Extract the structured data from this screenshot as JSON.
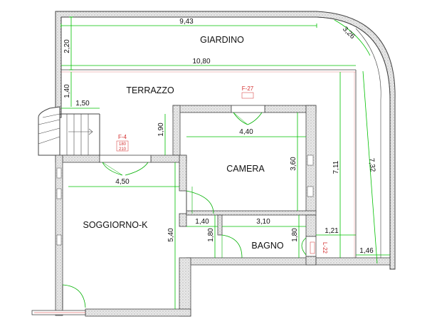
{
  "rooms": {
    "giardino": "GIARDINO",
    "terrazzo": "TERRAZZO",
    "camera": "CAMERA",
    "soggiorno": "SOGGIORNO-K",
    "bagno": "BAGNO"
  },
  "dimensions": {
    "giardino_width": "9,43",
    "giardino_depth": "2,20",
    "curve": "3,26",
    "terrazzo_width": "10,80",
    "terrazzo_depth": "1,40",
    "stair_width": "1,50",
    "left_1_90": "1,90",
    "camera_width": "4,40",
    "camera_depth": "3,60",
    "right_total": "7,11",
    "right_curve": "7,32",
    "soggiorno_width": "4,50",
    "soggiorno_depth": "5,40",
    "hall_width": "1,40",
    "hall_depth": "1,80",
    "bagno_width": "3,10",
    "bagno_depth": "1,80",
    "side_1_21": "1,21",
    "side_1_46": "1,46"
  },
  "tags": {
    "f4": "F-4",
    "f27": "F-27",
    "side_tag": "L-22",
    "w1": "180",
    "w2": "210"
  },
  "colors": {
    "wall": "#444444",
    "dimension": "#00c000",
    "door": "#00b000",
    "tag": "#d32f2f",
    "hatch": "#dddddd"
  }
}
